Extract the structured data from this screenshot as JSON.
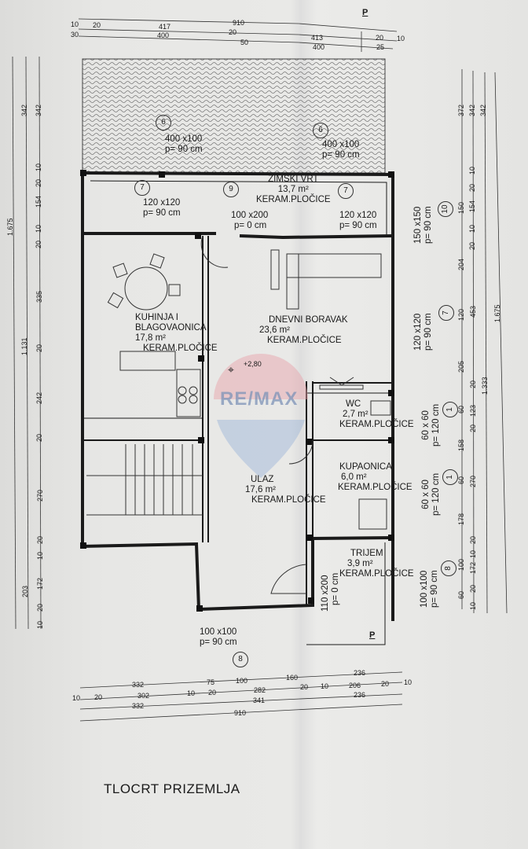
{
  "title": "TLOCRT PRIZEMLJA",
  "logo_text": "RE/MAX",
  "elevation": "+2,80",
  "section_marker": "P",
  "colors": {
    "wall": "#1a1a1a",
    "logo_red": "#e8a0a8",
    "logo_blue": "#9ab4d8",
    "paper": "#e7e7e5"
  },
  "rooms": [
    {
      "name": "ZIMSKI VRT",
      "area": "13,7 m²",
      "floor": "KERAM.PLOČICE"
    },
    {
      "name": "KUHINJA I BLAGOVAONICA",
      "area": "17,8 m²",
      "floor": "KERAM.PLOČICE"
    },
    {
      "name": "DNEVNI BORAVAK",
      "area": "23,6 m²",
      "floor": "KERAM.PLOČICE"
    },
    {
      "name": "WC",
      "area": "2,7 m²",
      "floor": "KERAM.PLOČICE"
    },
    {
      "name": "KUPAONICA",
      "area": "6,0 m²",
      "floor": "KERAM.PLOČICE"
    },
    {
      "name": "ULAZ",
      "area": "17,6 m²",
      "floor": "KERAM.PLOČICE"
    },
    {
      "name": "TRIJEM",
      "area": "3,9 m²",
      "floor": "KERAM.PLOČICE"
    }
  ],
  "openings": [
    {
      "tag": "6",
      "size": "400 x100",
      "sill": "p= 90 cm"
    },
    {
      "tag": "6",
      "size": "400 x100",
      "sill": "p= 90 cm"
    },
    {
      "tag": "7",
      "size": "120 x120",
      "sill": "p= 90 cm"
    },
    {
      "tag": "9",
      "size": "100 x200",
      "sill": "p= 0 cm"
    },
    {
      "tag": "7",
      "size": "120 x120",
      "sill": "p= 90 cm"
    },
    {
      "tag": "10",
      "size": "150 x150",
      "sill": "p= 90 cm"
    },
    {
      "tag": "7",
      "size": "120 x120",
      "sill": "p= 90 cm"
    },
    {
      "tag": "1",
      "size": "60 x 60",
      "sill": "p= 120 cm"
    },
    {
      "tag": "1",
      "size": "60 x 60",
      "sill": "p= 120 cm"
    },
    {
      "tag": "8",
      "size": "100 x100",
      "sill": "p= 90 cm"
    },
    {
      "tag": "8",
      "size": "100 x100",
      "sill": "p= 90 cm"
    },
    {
      "tag": "",
      "size": "110 x200",
      "sill": "p= 0 cm"
    }
  ],
  "dims_top": [
    "10",
    "20",
    "417",
    "910",
    "30",
    "400",
    "20",
    "50",
    "413",
    "20",
    "10",
    "400",
    "25"
  ],
  "dims_bottom": [
    "332",
    "75",
    "100",
    "160",
    "236",
    "10",
    "20",
    "302",
    "10",
    "20",
    "282",
    "20",
    "10",
    "206",
    "20",
    "10",
    "332",
    "341",
    "236",
    "910"
  ],
  "dims_left": [
    "1.675",
    "342",
    "1.131",
    "203",
    "342",
    "10",
    "20",
    "154",
    "10",
    "20",
    "335",
    "20",
    "242",
    "20",
    "270",
    "20",
    "10",
    "172",
    "20",
    "10"
  ],
  "dims_right": [
    "372",
    "150",
    "204",
    "120",
    "205",
    "60",
    "158",
    "60",
    "178",
    "100",
    "60",
    "342",
    "10",
    "20",
    "154",
    "10",
    "20",
    "453",
    "20",
    "123",
    "20",
    "270",
    "20",
    "10",
    "172",
    "20",
    "10",
    "342",
    "1.333",
    "1.675"
  ]
}
